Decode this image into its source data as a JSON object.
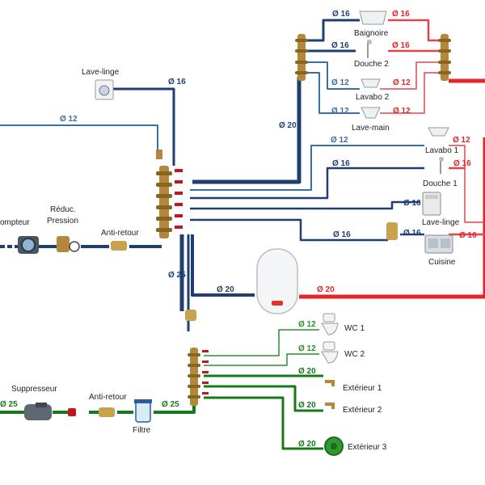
{
  "colors": {
    "cold": "#1f3f72",
    "cold_light": "#3d6ea3",
    "hot": "#e8242b",
    "hot_light": "#e0474c",
    "garden": "#157a1a",
    "garden_light": "#2a8f2a",
    "brass": "#b3883e"
  },
  "labels": {
    "lave_linge_top": "Lave-linge",
    "baignoire": "Baignoire",
    "douche2": "Douche 2",
    "lavabo2": "Lavabo 2",
    "lave_main": "Lave-main",
    "lavabo1": "Lavabo 1",
    "douche1": "Douche 1",
    "lave_linge": "Lave-linge",
    "cuisine": "Cuisine",
    "compteur": "ompteur",
    "reduc_line1": "Réduc.",
    "reduc_line2": "Pression",
    "anti_retour_top": "Anti-retour",
    "suppresseur": "Suppresseur",
    "anti_retour_bottom": "Anti-retour",
    "filtre": "Filtre",
    "wc1": "WC 1",
    "wc2": "WC 2",
    "exterieur1": "Extérieur 1",
    "exterieur2": "Extérieur 2",
    "exterieur3": "Extérieur 3"
  },
  "diameters": {
    "d16_lave_linge_top": "Ø 16",
    "d12_left": "Ø 12",
    "d20_vertical": "Ø 20",
    "d16_baignoire_cold": "Ø 16",
    "d16_baignoire_hot": "Ø 16",
    "d16_douche2_cold": "Ø 16",
    "d16_douche2_hot": "Ø 16",
    "d12_lavabo2_cold": "Ø 12",
    "d12_lavabo2_hot": "Ø 12",
    "d12_lavemain_cold": "Ø 12",
    "d12_lavemain_hot": "Ø 12",
    "d12_lavabo1_cold": "Ø 12",
    "d12_lavabo1_hot": "Ø 12",
    "d16_douche1_cold": "Ø 16",
    "d16_douche1_hot": "Ø 16",
    "d16_lave_linge": "Ø 16",
    "d16_cuisine_a": "Ø 16",
    "d16_cuisine_b": "Ø 16",
    "d16_cuisine_hot": "Ø 16",
    "d25_riser": "Ø 25",
    "d20_heater_cold": "Ø 20",
    "d20_heater_hot": "Ø 20",
    "d12_wc1": "Ø 12",
    "d12_wc2": "Ø 12",
    "d20_ext1": "Ø 20",
    "d20_ext2": "Ø 20",
    "d20_ext3": "Ø 20",
    "d25_bottom_left": "Ø 25",
    "d25_bottom_right": "Ø 25"
  }
}
